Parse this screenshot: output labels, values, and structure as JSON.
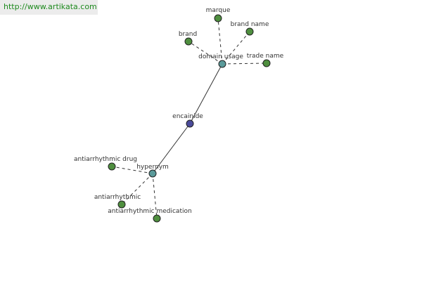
{
  "banner": {
    "url": "http://www.artikata.com"
  },
  "colors": {
    "center": "#4a4a9a",
    "relation": "#5a9a9a",
    "leaf": "#4f8f3f",
    "edge": "#333333",
    "banner_text": "#1e8a1e"
  },
  "graph": {
    "center": {
      "label": "encainide"
    },
    "relations": [
      {
        "label": "domain usage",
        "leaves": [
          "marque",
          "brand name",
          "brand",
          "trade name"
        ]
      },
      {
        "label": "hypernym",
        "leaves": [
          "antiarrhythmic drug",
          "antiarrhythmic",
          "antiarrhythmic medication"
        ]
      }
    ]
  }
}
